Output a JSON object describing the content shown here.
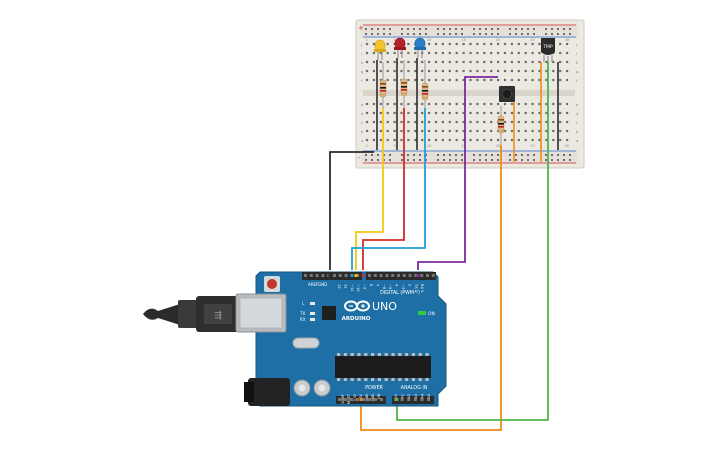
{
  "breadboard": {
    "row_letters_top": [
      "j",
      "i",
      "h",
      "g",
      "f"
    ],
    "row_letters_bottom": [
      "e",
      "d",
      "c",
      "b",
      "a"
    ],
    "column_numbers": [
      "1",
      "5",
      "10",
      "15",
      "20",
      "25",
      "30"
    ],
    "rail_plus": "+",
    "rail_minus": "-"
  },
  "components": {
    "led_colors": [
      "#f2c230",
      "#c0202a",
      "#2a80c8"
    ],
    "sensor_label": "TMP"
  },
  "wire_colors": {
    "black": "#2b2b2b",
    "yellow": "#f2c80f",
    "red": "#d22b2b",
    "blue": "#1fa0d8",
    "purple": "#7a2aa0",
    "orange": "#ef8a17",
    "green": "#4cb848"
  },
  "arduino": {
    "brand": "ARDUINO",
    "model": "UNO",
    "digital_header_label": "DIGITAL (PWM~)",
    "power_header_label": "POWER",
    "analog_header_label": "ANALOG IN",
    "on_label": "ON",
    "tx_label": "TX",
    "rx_label": "RX",
    "l_label": "L",
    "aref_label": "AREF",
    "gnd_label": "GND",
    "digital_pins": [
      "13",
      "12",
      "~11",
      "~10",
      "~9",
      "8",
      "7",
      "~6",
      "~5",
      "4",
      "~3",
      "2",
      "TX 1",
      "RX 0"
    ],
    "power_pins": [
      "IOREF",
      "RESET",
      "3.3V",
      "5V",
      "GND",
      "GND",
      "VIN"
    ],
    "analog_pins": [
      "A0",
      "A1",
      "A2",
      "A3",
      "A4",
      "A5"
    ]
  }
}
